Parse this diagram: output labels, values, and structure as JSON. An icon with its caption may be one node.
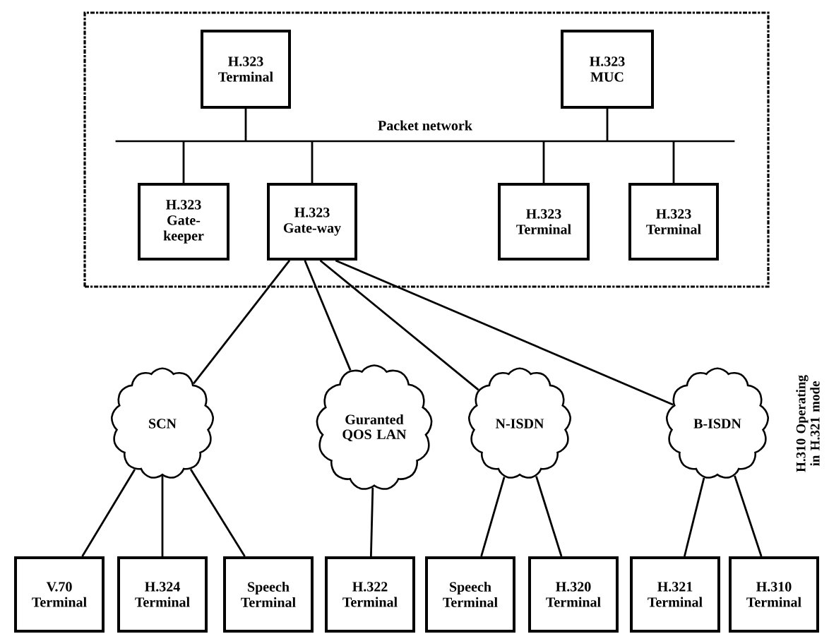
{
  "diagram": {
    "nodes": [
      {
        "text": [],
        "shape": "box"
      },
      {
        "text": [
          "H.323 Terminal"
        ],
        "in": 0
      },
      {
        "text": [
          "H.323 MUC"
        ],
        "in": 0
      },
      {
        "text": [
          "Packet network"
        ],
        "in": 0
      },
      {
        "text": [
          "H.323 Gate-keeper"
        ],
        "in": 0
      },
      {
        "text": [
          "H.323 Gate-way"
        ],
        "in": 0
      },
      {
        "text": [
          "H.323 Terminal"
        ],
        "in": 0
      },
      {
        "text": [
          "H.323 Terminal"
        ],
        "in": 0
      },
      {
        "text": [
          "SCN"
        ]
      },
      {
        "text": [
          "Guranted QOS LAN"
        ]
      },
      {
        "text": [
          "N-ISDN"
        ]
      },
      {
        "text": [
          "B-ISDN"
        ]
      },
      {
        "text": [
          "V.70 Terminal"
        ]
      },
      {
        "text": [
          "H.324 Terminal"
        ]
      },
      {
        "text": [
          "Speech Terminal"
        ]
      },
      {
        "text": [
          "H.322 Terminal"
        ]
      },
      {
        "text": [
          "Speech Terminal"
        ]
      },
      {
        "text": [
          "H.320 Terminal"
        ]
      },
      {
        "text": [
          "H.321 Terminal"
        ]
      },
      {
        "text": [
          "H.310 Terminal"
        ]
      }
    ],
    "edges": [
      {
        "from": 1,
        "to": 3,
        "arrow": "none"
      },
      {
        "from": 2,
        "to": 3,
        "arrow": "none"
      },
      {
        "from": 4,
        "to": 3,
        "arrow": "none"
      },
      {
        "from": 5,
        "to": 3,
        "arrow": "none"
      },
      {
        "from": 6,
        "to": 3,
        "arrow": "none"
      },
      {
        "from": 7,
        "to": 3,
        "arrow": "none"
      },
      {
        "from": 5,
        "to": 8,
        "arrow": "none"
      },
      {
        "from": 5,
        "to": 9,
        "arrow": "none"
      },
      {
        "from": 5,
        "to": 10,
        "arrow": "none"
      },
      {
        "from": 5,
        "to": 11,
        "arrow": "none"
      },
      {
        "from": 8,
        "to": 12,
        "arrow": "none"
      },
      {
        "from": 8,
        "to": 13,
        "arrow": "none"
      },
      {
        "from": 8,
        "to": 14,
        "arrow": "none"
      },
      {
        "from": 9,
        "to": 15,
        "arrow": "none"
      },
      {
        "from": 10,
        "to": 16,
        "arrow": "none"
      },
      {
        "from": 10,
        "to": 17,
        "arrow": "none"
      },
      {
        "from": 11,
        "to": 18,
        "arrow": "none"
      },
      {
        "from": 11,
        "to": 19,
        "arrow": "none"
      }
    ],
    "labels": [
      "H.310 Operating in H.321 mode"
    ]
  }
}
